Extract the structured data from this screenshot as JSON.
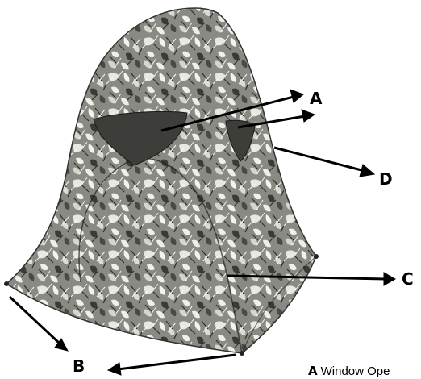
{
  "callouts": {
    "a": "A",
    "b": "B",
    "c": "C",
    "d": "D"
  },
  "legend": {
    "a_letter": "A",
    "a_text": "Window Ope"
  },
  "colors": {
    "camo_dark": "#3a3a36",
    "camo_light": "#cfcfc8",
    "window_fill": "#3d3d3a",
    "arrow": "#000000"
  }
}
